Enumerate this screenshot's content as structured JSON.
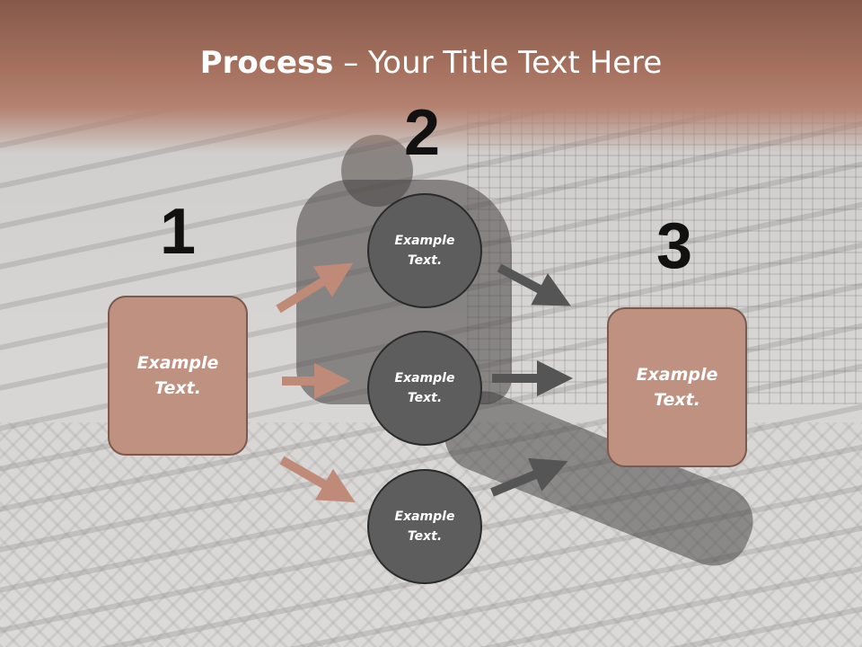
{
  "title": {
    "bold": "Process",
    "rest": " – Your Title Text Here"
  },
  "steps": {
    "one": "1",
    "two": "2",
    "three": "3"
  },
  "left_box": {
    "text": "Example Text."
  },
  "right_box": {
    "text": "Example Text."
  },
  "circles": [
    {
      "text": "Example Text."
    },
    {
      "text": "Example Text."
    },
    {
      "text": "Example Text."
    }
  ],
  "colors": {
    "header": "#a6715f",
    "box_fill": "#bf9180",
    "circle_fill": "#5d5d5d",
    "arrow_left": "#bf8a77",
    "arrow_right": "#555555"
  }
}
